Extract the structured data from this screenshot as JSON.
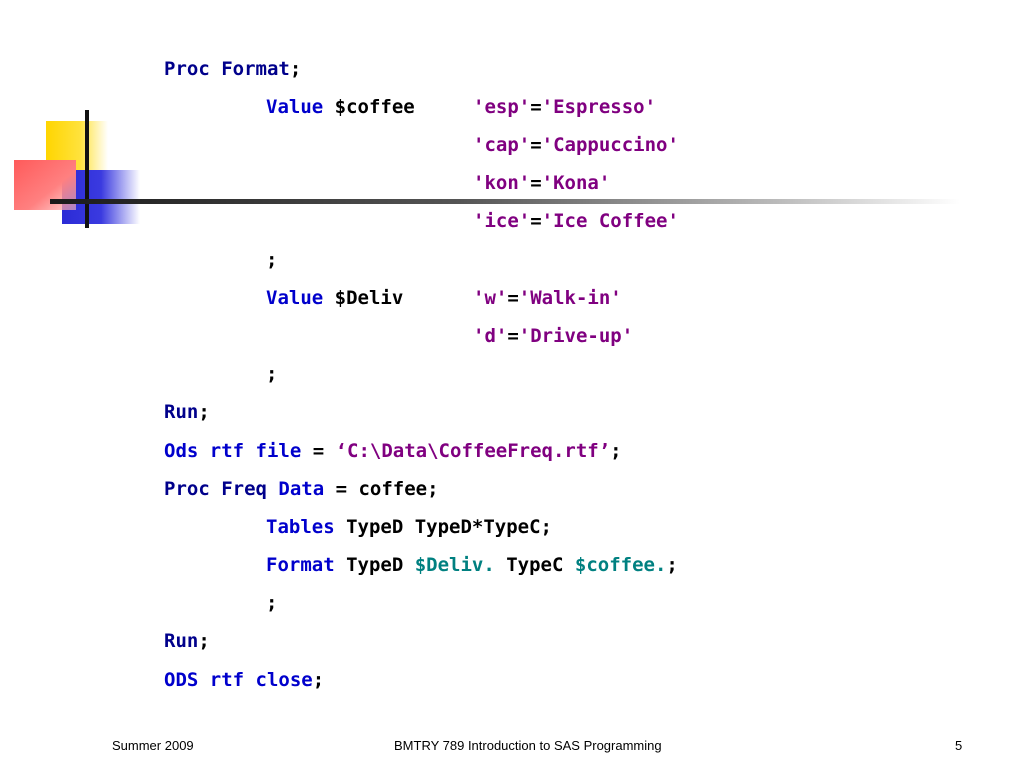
{
  "code": {
    "l1": {
      "a": "Proc",
      "b": " ",
      "c": "Format",
      "d": ";"
    },
    "l2": {
      "a": "Value",
      "b": " $coffee",
      "c": "'esp'",
      "d": "=",
      "e": "'Espresso'"
    },
    "l3": {
      "a": "'cap'",
      "b": "=",
      "c": "'Cappuccino'"
    },
    "l4": {
      "a": "'kon'",
      "b": "=",
      "c": "'Kona'"
    },
    "l5": {
      "a": "'ice'",
      "b": "=",
      "c": "'Ice Coffee'"
    },
    "l6": {
      "a": ";"
    },
    "l7": {
      "a": "Value",
      "b": " $Deliv",
      "c": "'w'",
      "d": "=",
      "e": "'Walk-in'"
    },
    "l8": {
      "a": "'d'",
      "b": "=",
      "c": "'Drive-up'"
    },
    "l9": {
      "a": ";"
    },
    "l10": {
      "a": "Run",
      "b": ";"
    },
    "l11": {
      "a": "Ods rtf file",
      "b": " = ",
      "c": "‘C:\\Data\\CoffeeFreq.rtf’",
      "d": ";"
    },
    "l12": {
      "a": "Proc Freq",
      "b": " ",
      "c": "Data",
      "d": " = coffee;"
    },
    "l13": {
      "a": "Tables",
      "b": " TypeD TypeD*TypeC;"
    },
    "l14": {
      "a": "Format",
      "b": " TypeD ",
      "c": "$Deliv.",
      "d": " TypeC ",
      "e": "$coffee.",
      "f": ";"
    },
    "l15": {
      "a": ";"
    },
    "l16": {
      "a": "Run",
      "b": ";"
    },
    "l17": {
      "a": "ODS rtf close",
      "b": ";"
    }
  },
  "footer": {
    "left": "Summer 2009",
    "center": "BMTRY 789 Introduction to SAS Programming",
    "right": "5"
  },
  "colors": {
    "keyword": "#00008b",
    "keyword_bright": "#0000cc",
    "string": "#800080",
    "format": "#008080"
  },
  "icons": [
    "slide-ornament-yellow-square",
    "slide-ornament-blue-square",
    "slide-ornament-red-square"
  ]
}
